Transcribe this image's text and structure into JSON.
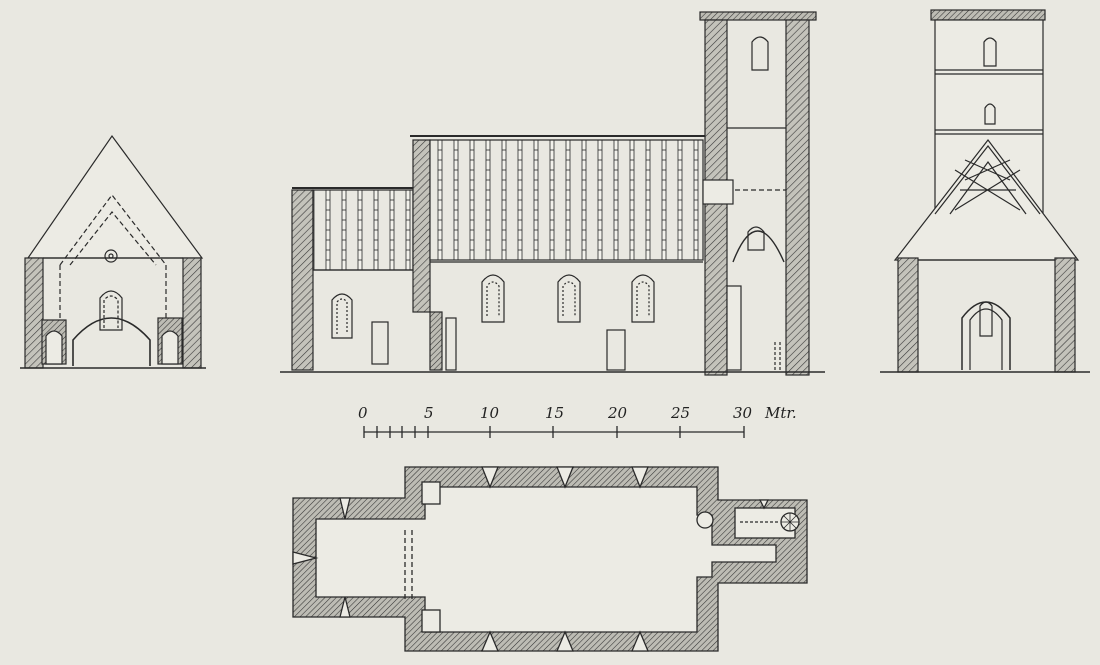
{
  "scale_bar": {
    "labels": [
      "0",
      "5",
      "10",
      "15",
      "20",
      "25",
      "30"
    ],
    "unit": "Mtr."
  },
  "colors": {
    "paper": "#e9e8e1",
    "ink": "#2a2a2a",
    "wall_fill": "#b9b8b0"
  }
}
